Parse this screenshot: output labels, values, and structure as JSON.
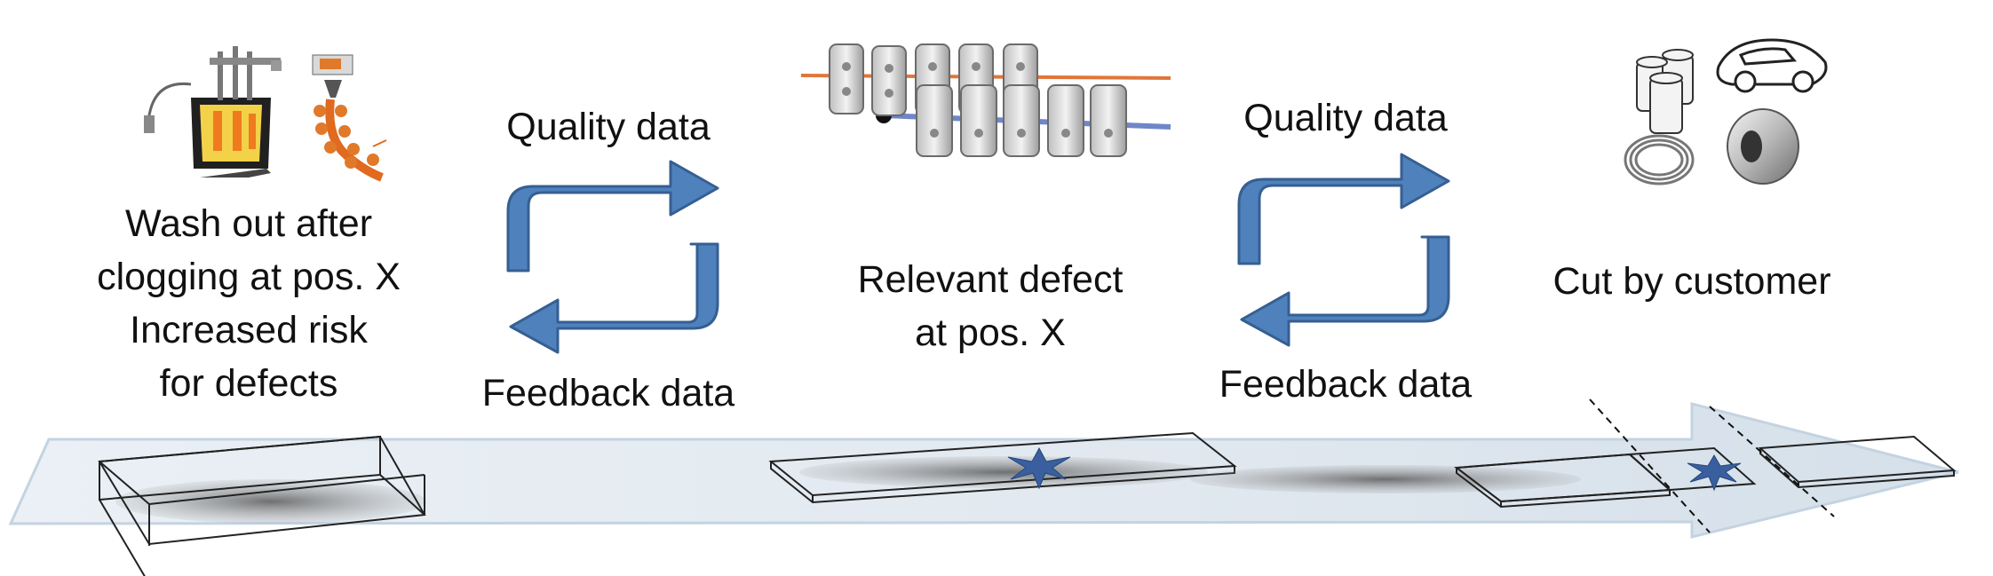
{
  "stages": [
    {
      "id": "casting",
      "lines": [
        "Wash out after",
        "clogging at pos. X",
        "Increased risk",
        "for defects"
      ],
      "icon": "steel-furnace-icon"
    },
    {
      "id": "rolling",
      "lines": [
        "Relevant defect",
        "at pos. X"
      ],
      "icon": "rolling-mill-icon"
    },
    {
      "id": "customer",
      "lines": [
        "Cut by customer"
      ],
      "icon": "customer-products-icon"
    }
  ],
  "loops": [
    {
      "top_label": "Quality data",
      "bottom_label": "Feedback data"
    },
    {
      "top_label": "Quality data",
      "bottom_label": "Feedback data"
    }
  ],
  "colors": {
    "arrow_fill": "#4f81bd",
    "arrow_stroke": "#365f91",
    "timeline": "#dde6ee",
    "defect": "#3a5f9e"
  }
}
